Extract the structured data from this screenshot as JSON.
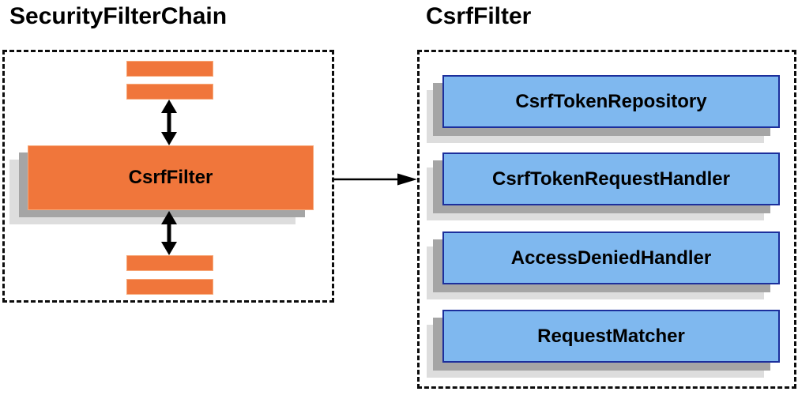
{
  "diagram": {
    "left_panel": {
      "title": "SecurityFilterChain",
      "filter_label": "CsrfFilter",
      "top_bar_count": 2,
      "bottom_bar_count": 2
    },
    "right_panel": {
      "title": "CsrfFilter",
      "components": [
        {
          "label": "CsrfTokenRepository"
        },
        {
          "label": "CsrfTokenRequestHandler"
        },
        {
          "label": "AccessDeniedHandler"
        },
        {
          "label": "RequestMatcher"
        }
      ]
    },
    "icons": {
      "vertical_connector": "double-headed-arrow",
      "flow_connector": "right-arrow"
    },
    "colors": {
      "background": "#FFFFFF",
      "orange_fill": "#F0763B",
      "orange_edge": "#F7A878",
      "blue_fill": "#7FB8EF",
      "blue_border": "#1C2F9C",
      "shadow_dark": "#A5A5A5",
      "shadow_light": "#DDDDDD",
      "dashed_border": "#0C0C0C",
      "arrow": "#000000",
      "text": "#000000"
    }
  }
}
